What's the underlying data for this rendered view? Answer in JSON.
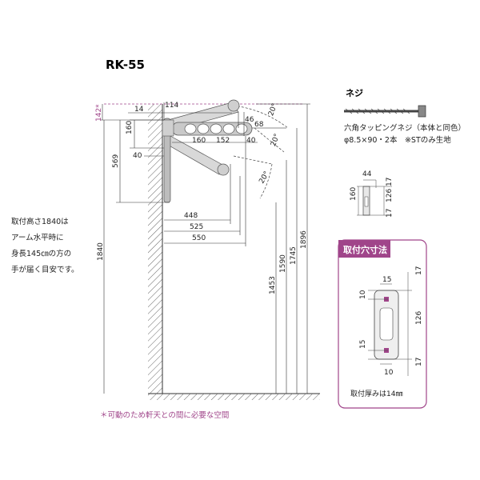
{
  "title": "RK-55",
  "left_note": [
    "取付高さ1840は",
    "アーム水平時に",
    "身長145㎝の方の",
    "手が届く目安です。"
  ],
  "footnote": "＊可動のため軒天との間に必要な空間",
  "main_dims": {
    "d142": "142*",
    "d14": "14",
    "d114": "114",
    "d160": "160",
    "d40_left": "40",
    "d569": "569",
    "d1840": "1840",
    "d46": "46",
    "d68": "68",
    "d160b": "160",
    "d152": "152",
    "d40_right": "40",
    "d448": "448",
    "d525": "525",
    "d550": "550",
    "d1453": "1453",
    "d1590": "1590",
    "d1745": "1745",
    "d1896": "1896",
    "angle1": "20°",
    "angle2": "20°",
    "angle3": "20°"
  },
  "screw": {
    "heading": "ネジ",
    "desc1": "六角タッピングネジ（本体と同色）",
    "desc2": "φ8.5×90・2本　※STのみ生地"
  },
  "small_bracket": {
    "d44": "44",
    "d160": "160",
    "d17a": "17",
    "d126": "126",
    "d17b": "17"
  },
  "mount_box": {
    "heading": "取付穴寸法",
    "d15_top": "15",
    "d17_top": "17",
    "d10_top": "10",
    "d126": "126",
    "d15_bot": "15",
    "d17_bot": "17",
    "d10_bot": "10",
    "thickness_note": "取付厚みは14㎜"
  },
  "colors": {
    "accent": "#a0458a",
    "line": "#333333",
    "bracket": "#b9b9b9"
  }
}
